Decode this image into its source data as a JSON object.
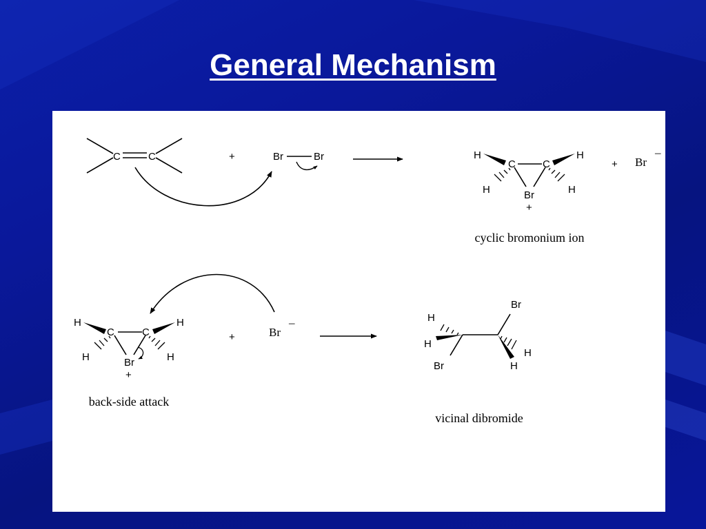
{
  "title": "General Mechanism",
  "step1": {
    "alkene_c_left": "C",
    "alkene_c_right": "C",
    "plus": "+",
    "br_left": "Br",
    "br_right": "Br",
    "product_h_top_left": "H",
    "product_h_top_right": "H",
    "product_c_left": "C",
    "product_c_right": "C",
    "product_h_bottom_left": "H",
    "product_h_bottom_right": "H",
    "product_br": "Br",
    "product_charge": "+",
    "plus_2": "+",
    "bromide": "Br",
    "bromide_charge": "–",
    "caption": "cyclic bromonium ion"
  },
  "step2": {
    "h_top_left": "H",
    "h_top_right": "H",
    "c_left": "C",
    "c_right": "C",
    "h_bottom_left": "H",
    "h_bottom_right": "H",
    "br": "Br",
    "charge": "+",
    "caption": "back-side attack",
    "plus": "+",
    "bromide": "Br",
    "bromide_charge": "–",
    "product_br_top": "Br",
    "product_h_upper_left": "H",
    "product_h_left": "H",
    "product_br_bottom": "Br",
    "product_h_right": "H",
    "product_h_bottom": "H",
    "product_caption": "vicinal dibromide"
  }
}
